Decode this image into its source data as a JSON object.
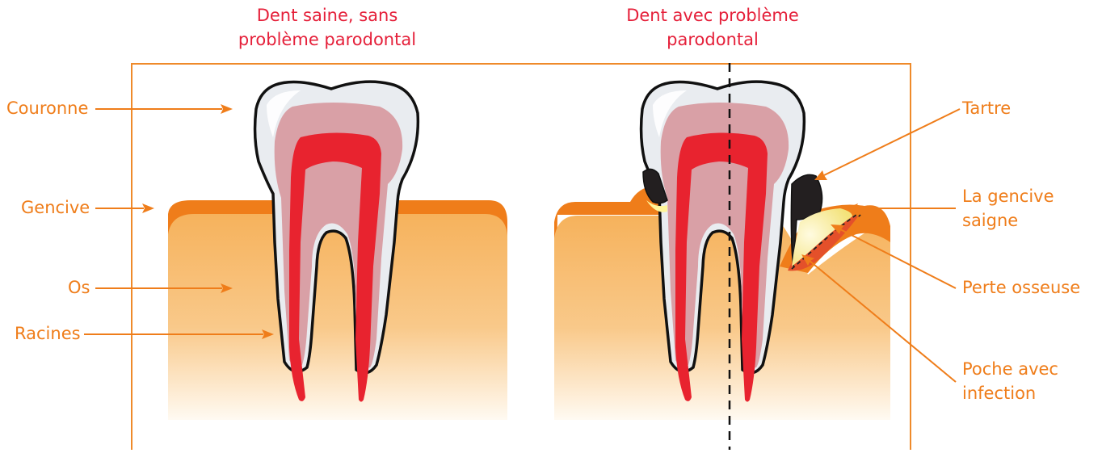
{
  "titles": {
    "healthy": "Dent saine, sans\nproblème parodontal",
    "problem": "Dent avec problème\nparodontal"
  },
  "labels_left": {
    "crown": "Couronne",
    "gum": "Gencive",
    "bone": "Os",
    "roots": "Racines"
  },
  "labels_right": {
    "tartar": "Tartre",
    "bleeding_gum": "La gencive\nsaigne",
    "bone_loss": "Perte osseuse",
    "infected_pocket": "Poche avec\ninfection"
  },
  "colors": {
    "title_red": "#e5203a",
    "label_orange": "#ef7d1a",
    "frame": "#ef8a2a",
    "gum": "#ef7d1a",
    "bone_top": "#f6b25c",
    "bone_bottom": "#fff6ea",
    "enamel": "#e9ecf0",
    "dentin": "#d9a0a6",
    "pulp": "#e8232f",
    "tartar": "#231f20",
    "infection": "#fff59a"
  }
}
